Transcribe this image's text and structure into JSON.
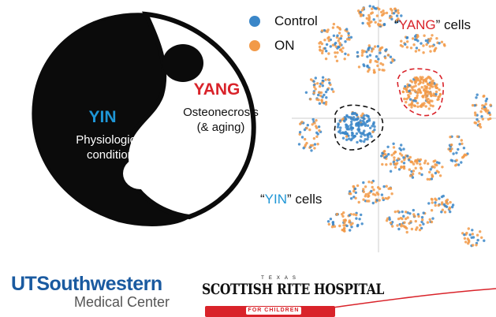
{
  "yinyang": {
    "yin_label": "YIN",
    "yin_sub_1": "Physiological",
    "yin_sub_2": "condition",
    "yang_label": "YANG",
    "yang_sub_1": "Osteonecrosis",
    "yang_sub_2": "(& aging)"
  },
  "tsne": {
    "legend": [
      {
        "label": "Control",
        "color": "#3a86c8"
      },
      {
        "label": "ON",
        "color": "#f29a48"
      }
    ],
    "yang_cells_open": "“",
    "yang_cells_word": "YANG",
    "yang_cells_rest": "” cells",
    "yin_cells_open": "“",
    "yin_cells_word": "YIN",
    "yin_cells_rest": "” cells"
  },
  "logos": {
    "utsw_line1": "UTSouthwestern",
    "utsw_line2": "Medical Center",
    "srh_texas": "TEXAS",
    "srh_main": "SCOTTISH RITE HOSPITAL",
    "srh_children": "FOR CHILDREN"
  },
  "colors": {
    "yin_blue": "#1e96d6",
    "yang_red": "#d9232a",
    "utsw_blue": "#1a5aa0"
  }
}
